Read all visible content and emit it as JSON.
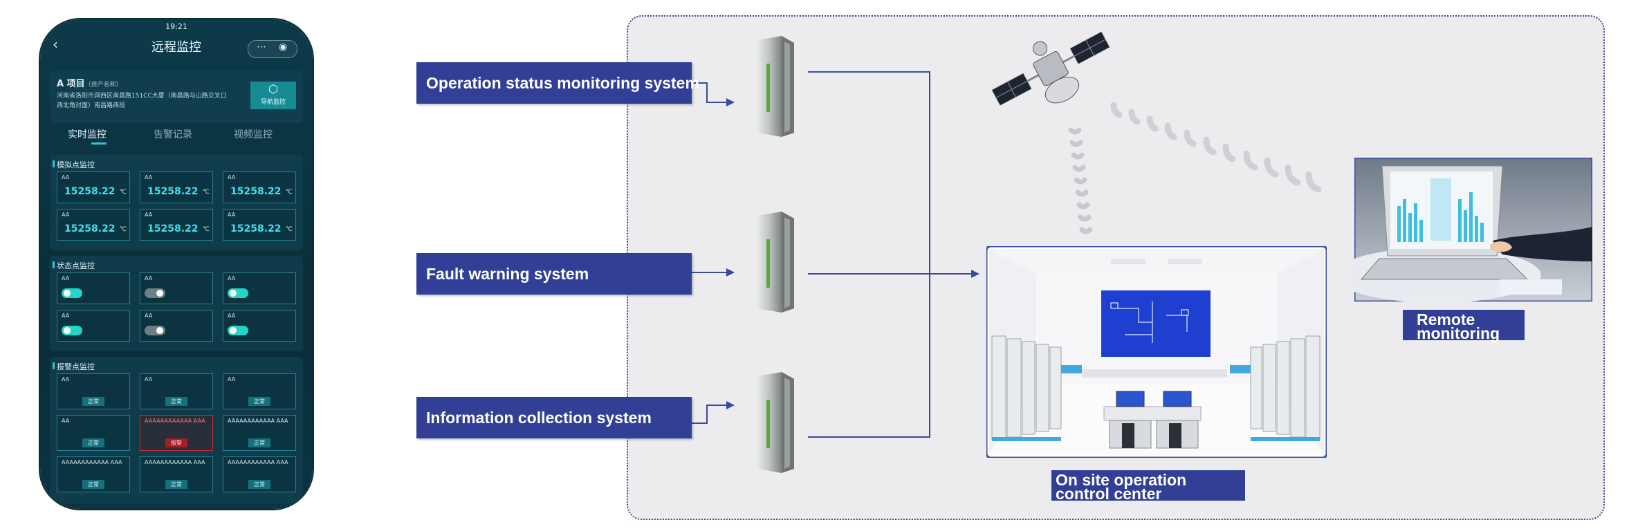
{
  "phone": {
    "status_time": "19:21",
    "nav_title": "远程监控",
    "back_icon": "chevron-left-icon",
    "capsule_icons": [
      "more-dots-icon",
      "close-circle-icon"
    ],
    "project": {
      "name": "A 项目",
      "name_note": "（资产名称）",
      "address": "河南省洛阳市涧西区南昌路151CC大厦（南昌路与山路交叉口西北角对面）南昌路西段",
      "nav_button": "导航监控"
    },
    "tabs": [
      "实时监控",
      "告警记录",
      "视频监控"
    ],
    "analog": {
      "title": "模拟点监控",
      "tiles": [
        {
          "name": "AA",
          "value": "15258.22",
          "unit": "℃"
        },
        {
          "name": "AA",
          "value": "15258.22",
          "unit": "℃"
        },
        {
          "name": "AA",
          "value": "15258.22",
          "unit": "℃"
        },
        {
          "name": "AA",
          "value": "15258.22",
          "unit": "℃"
        },
        {
          "name": "AA",
          "value": "15258.22",
          "unit": "℃"
        },
        {
          "name": "AA",
          "value": "15258.22",
          "unit": "℃"
        }
      ]
    },
    "status_points": {
      "title": "状态点监控",
      "tiles": [
        {
          "name": "AA",
          "on": true
        },
        {
          "name": "AA",
          "on": false
        },
        {
          "name": "AA",
          "on": true
        },
        {
          "name": "AA",
          "on": true
        },
        {
          "name": "AA",
          "on": false
        },
        {
          "name": "AA",
          "on": true
        }
      ]
    },
    "alarm_points": {
      "title": "报警点监控",
      "tiles": [
        {
          "name": "AA",
          "tag": "正常",
          "alarm": false
        },
        {
          "name": "AA",
          "tag": "正常",
          "alarm": false
        },
        {
          "name": "AA",
          "tag": "正常",
          "alarm": false
        },
        {
          "name": "AA",
          "tag": "正常",
          "alarm": false
        },
        {
          "name": "AAAAAAAAAAAA AAA",
          "tag": "报警",
          "alarm": true
        },
        {
          "name": "AAAAAAAAAAAA AAA",
          "tag": "正常",
          "alarm": false
        },
        {
          "name": "AAAAAAAAAAAA AAA",
          "tag": "正常",
          "alarm": false
        },
        {
          "name": "AAAAAAAAAAAA AAA",
          "tag": "正常",
          "alarm": false
        },
        {
          "name": "AAAAAAAAAAAA AAA",
          "tag": "正常",
          "alarm": false
        }
      ]
    }
  },
  "systems": [
    "Operation status monitoring system",
    "Fault warning system",
    "Information collection system"
  ],
  "control_center_label": "On site operation control center",
  "remote_label": "Remote monitoring",
  "colors": {
    "box_fill": "#323f96",
    "line": "#3a4a9a",
    "frame_bg": "#ececee",
    "phone_bg": "#0d3a4a",
    "teal": "#2ec7d6"
  }
}
